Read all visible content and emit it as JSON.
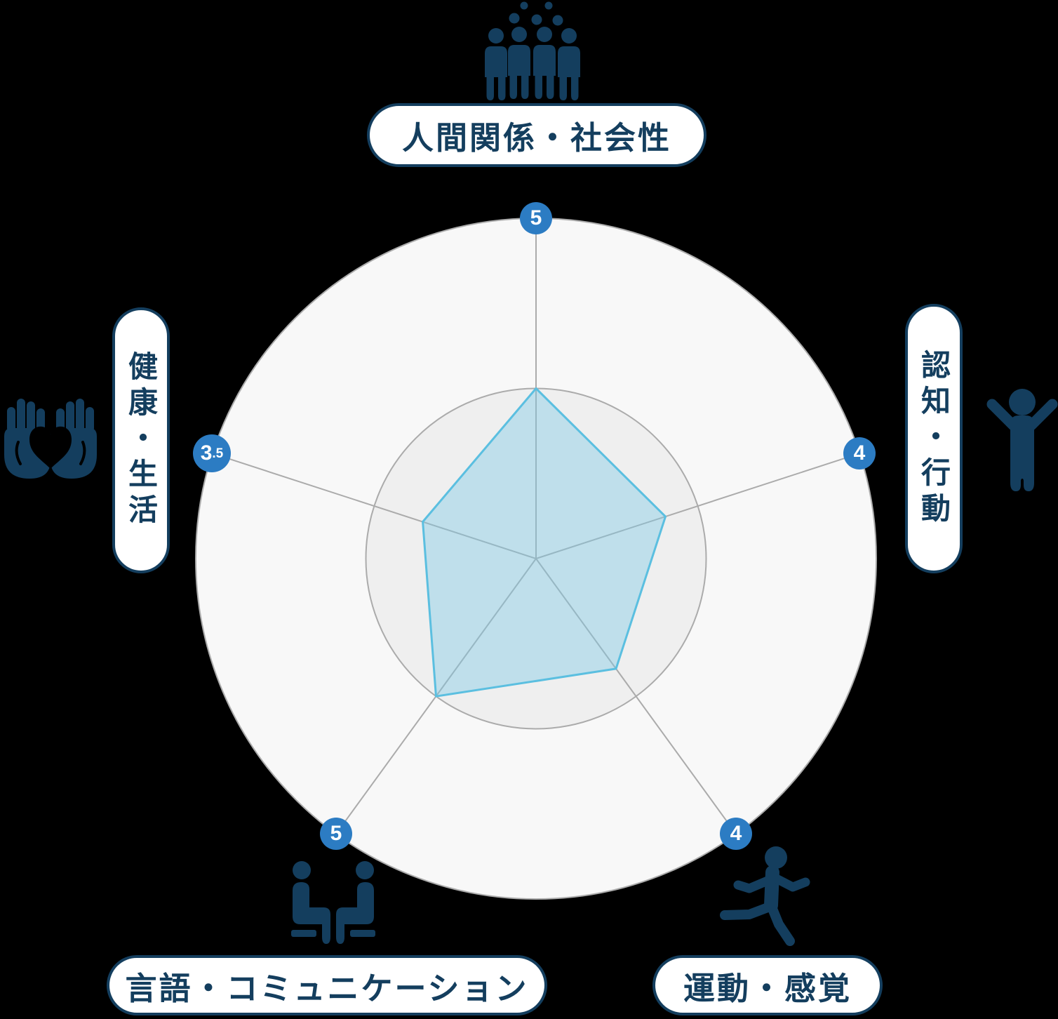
{
  "chart_data": {
    "type": "radar",
    "title": "",
    "axes": [
      {
        "id": "social",
        "label": "人間関係・社会性",
        "value": 5,
        "value_label": "5",
        "icon": "people-group-icon"
      },
      {
        "id": "cognition",
        "label": "認知・行動",
        "value": 4,
        "value_label": "4",
        "icon": "raised-arms-person-icon"
      },
      {
        "id": "motor",
        "label": "運動・感覚",
        "value": 4,
        "value_label": "4",
        "icon": "running-person-icon"
      },
      {
        "id": "language",
        "label": "言語・コミュニケーション",
        "value": 5,
        "value_label": "5",
        "icon": "conversation-icon"
      },
      {
        "id": "health",
        "label": "健康・生活",
        "value": 3.5,
        "value_label": "3.5",
        "icon": "hands-heart-icon"
      }
    ],
    "value_max": 5,
    "grid": true,
    "rings": 2,
    "legend_position": "none"
  },
  "colors": {
    "background": "#000000",
    "navy": "#143e5e",
    "badge_blue": "#2c7cc3",
    "badge_text": "#ffffff",
    "ring_outer_fill": "#f8f8f8",
    "ring_inner_fill": "#efefef",
    "grid_stroke": "#ababab",
    "polygon_stroke": "#5bbfe0",
    "polygon_fill": "rgba(125,200,228,0.42)",
    "pill_background": "#ffffff"
  }
}
